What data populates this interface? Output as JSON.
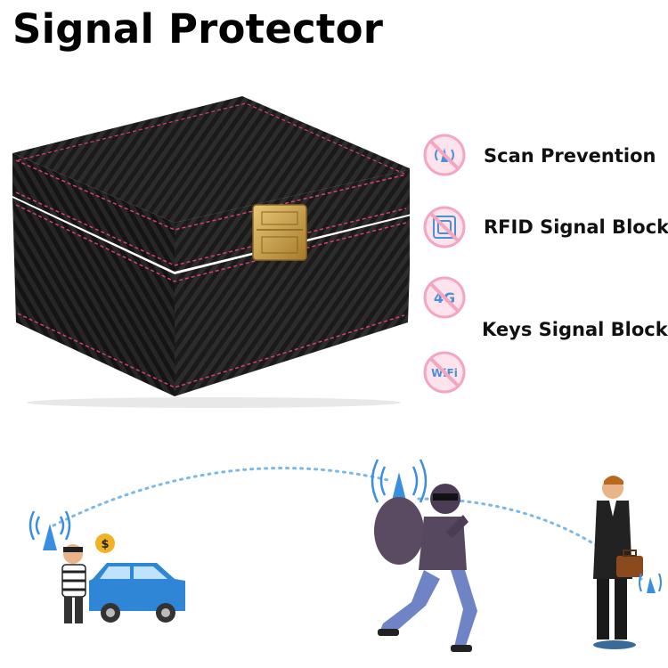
{
  "title": "Signal Protector",
  "features": [
    {
      "label": "Scan Prevention",
      "icon": "no-scan-icon"
    },
    {
      "label": "RFID Signal Block",
      "icon": "rfid-icon"
    },
    {
      "label": "Keys Signal Block",
      "icon": "no-4g-icon"
    },
    {
      "label": "",
      "icon": "no-wifi-icon"
    }
  ],
  "icon_text": {
    "four_g": "4G",
    "wifi": "WiFi"
  },
  "scene_text": {
    "dollar": "$"
  },
  "colors": {
    "icon_pink": "#f4a6c0",
    "icon_blue": "#4a90d9",
    "stitch": "#d8406a",
    "latch": "#c9a24a",
    "signal": "#3a8ee0"
  }
}
